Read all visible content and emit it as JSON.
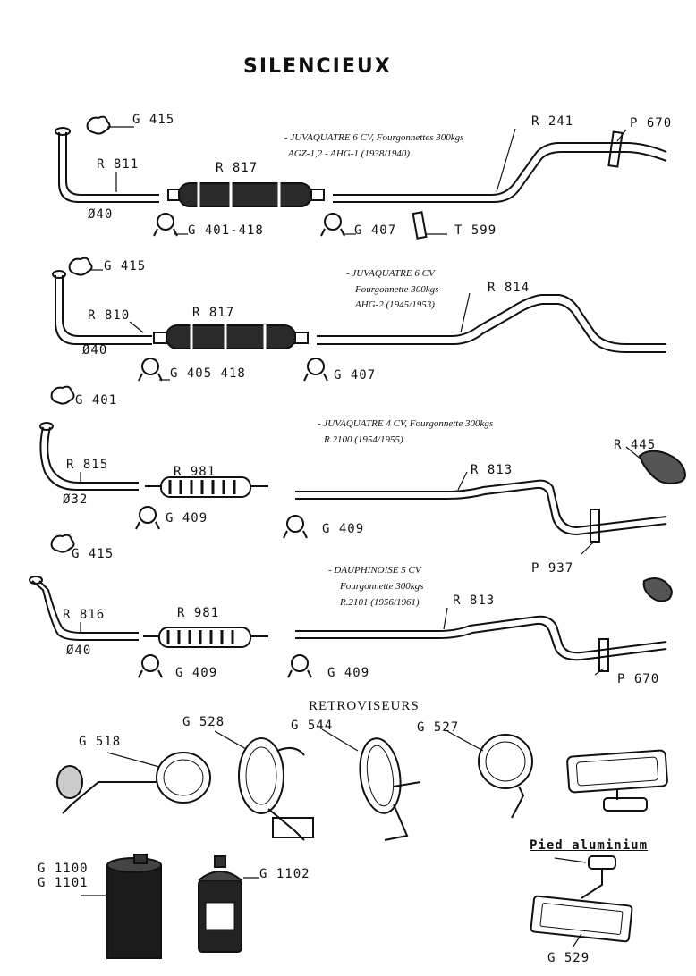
{
  "title": "SILENCIEUX",
  "section1": {
    "vehicle": "- JUVAQUATRE 6 CV, Fourgonnettes 300kgs",
    "models": "AGZ-1,2 - AHG-1 (1938/1940)",
    "labels": {
      "g415": "G 415",
      "r811": "R 811",
      "d40": "Ø40",
      "r817": "R 817",
      "g401": "G 401-418",
      "g407": "G 407",
      "t599": "T 599",
      "r241": "R 241",
      "p670": "P 670"
    }
  },
  "section2": {
    "vehicle": "- JUVAQUATRE 6 CV",
    "line2": "Fourgonnette 300kgs",
    "line3": "AHG-2 (1945/1953)",
    "labels": {
      "g415": "G 415",
      "r810": "R 810",
      "d40": "Ø40",
      "r817": "R 817",
      "g405": "G 405 418",
      "g407": "G 407",
      "r814": "R 814"
    }
  },
  "section3": {
    "vehicle": "- JUVAQUATRE 4 CV, Fourgonnette 300kgs",
    "models": "R.2100 (1954/1955)",
    "labels": {
      "g401": "G 401",
      "r815": "R 815",
      "d32": "Ø32",
      "r981": "R 981",
      "g409a": "G 409",
      "g409b": "G 409",
      "r813": "R 813",
      "r445": "R 445",
      "p937": "P 937"
    }
  },
  "section4": {
    "vehicle": "- DAUPHINOISE 5 CV",
    "line2": "Fourgonnette 300kgs",
    "line3": "R.2101 (1956/1961)",
    "labels": {
      "g415": "G 415",
      "r816": "R 816",
      "d40": "Ø40",
      "r981": "R 981",
      "g409a": "G 409",
      "g409b": "G 409",
      "r813": "R 813",
      "p670": "P 670"
    }
  },
  "retro": {
    "heading": "RETROVISEURS",
    "labels": {
      "g518": "G 518",
      "g528": "G 528",
      "g544": "G 544",
      "g527": "G 527"
    }
  },
  "bottom": {
    "g1100": "G 1100",
    "g1101": "G 1101",
    "g1102": "G 1102",
    "pied": "Pied aluminium",
    "g529": "G 529"
  }
}
